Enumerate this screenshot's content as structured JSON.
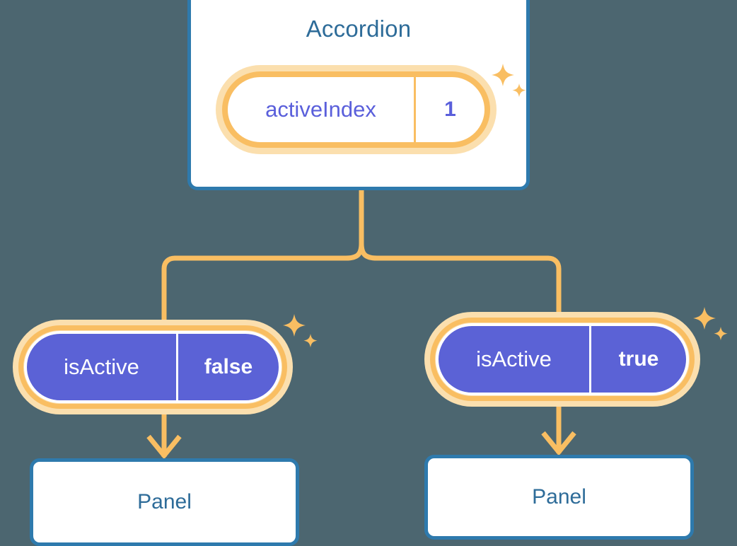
{
  "theme": {
    "background": "#4C6670",
    "card_bg": "#FFFFFF",
    "card_border": "#2E7AAD",
    "title_color": "#2E6C99",
    "accent_orange": "#F9BE62",
    "halo_orange": "#FBDFAE",
    "purple_fill": "#5B62D6",
    "purple_text": "#5A5FDB",
    "white": "#FFFFFF"
  },
  "diagram": {
    "type": "component-tree",
    "root": {
      "name": "accordion-card",
      "title": "Accordion",
      "state_pill": {
        "key": "activeIndex",
        "value": "1",
        "style": "white",
        "sparkle": true
      }
    },
    "children": [
      {
        "name": "branch-left",
        "prop_pill": {
          "key": "isActive",
          "value": "false",
          "style": "purple",
          "sparkle": true
        },
        "panel": {
          "title": "Panel"
        }
      },
      {
        "name": "branch-right",
        "prop_pill": {
          "key": "isActive",
          "value": "true",
          "style": "purple",
          "sparkle": true
        },
        "panel": {
          "title": "Panel"
        }
      }
    ]
  },
  "icons": {
    "sparkle_large": "four-point-star",
    "sparkle_small": "four-point-star",
    "arrow": "arrow-down"
  }
}
